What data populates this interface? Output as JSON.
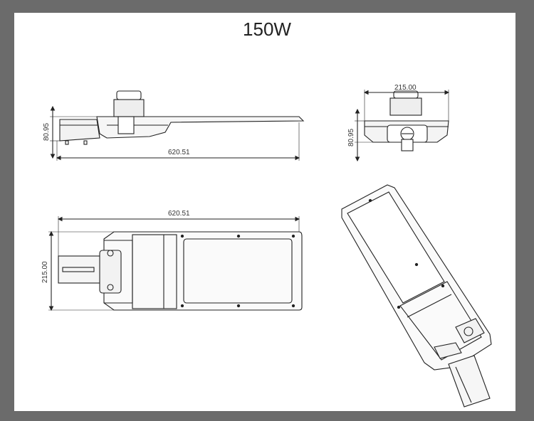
{
  "title": "150W",
  "dimensions": {
    "side_height": "80.95",
    "side_length": "620.51",
    "front_width": "215.00",
    "front_height": "80.95",
    "top_length": "620.51",
    "top_width": "215.00"
  },
  "colors": {
    "frame": "#6b6b6b",
    "paper": "#ffffff",
    "line": "#222222"
  }
}
